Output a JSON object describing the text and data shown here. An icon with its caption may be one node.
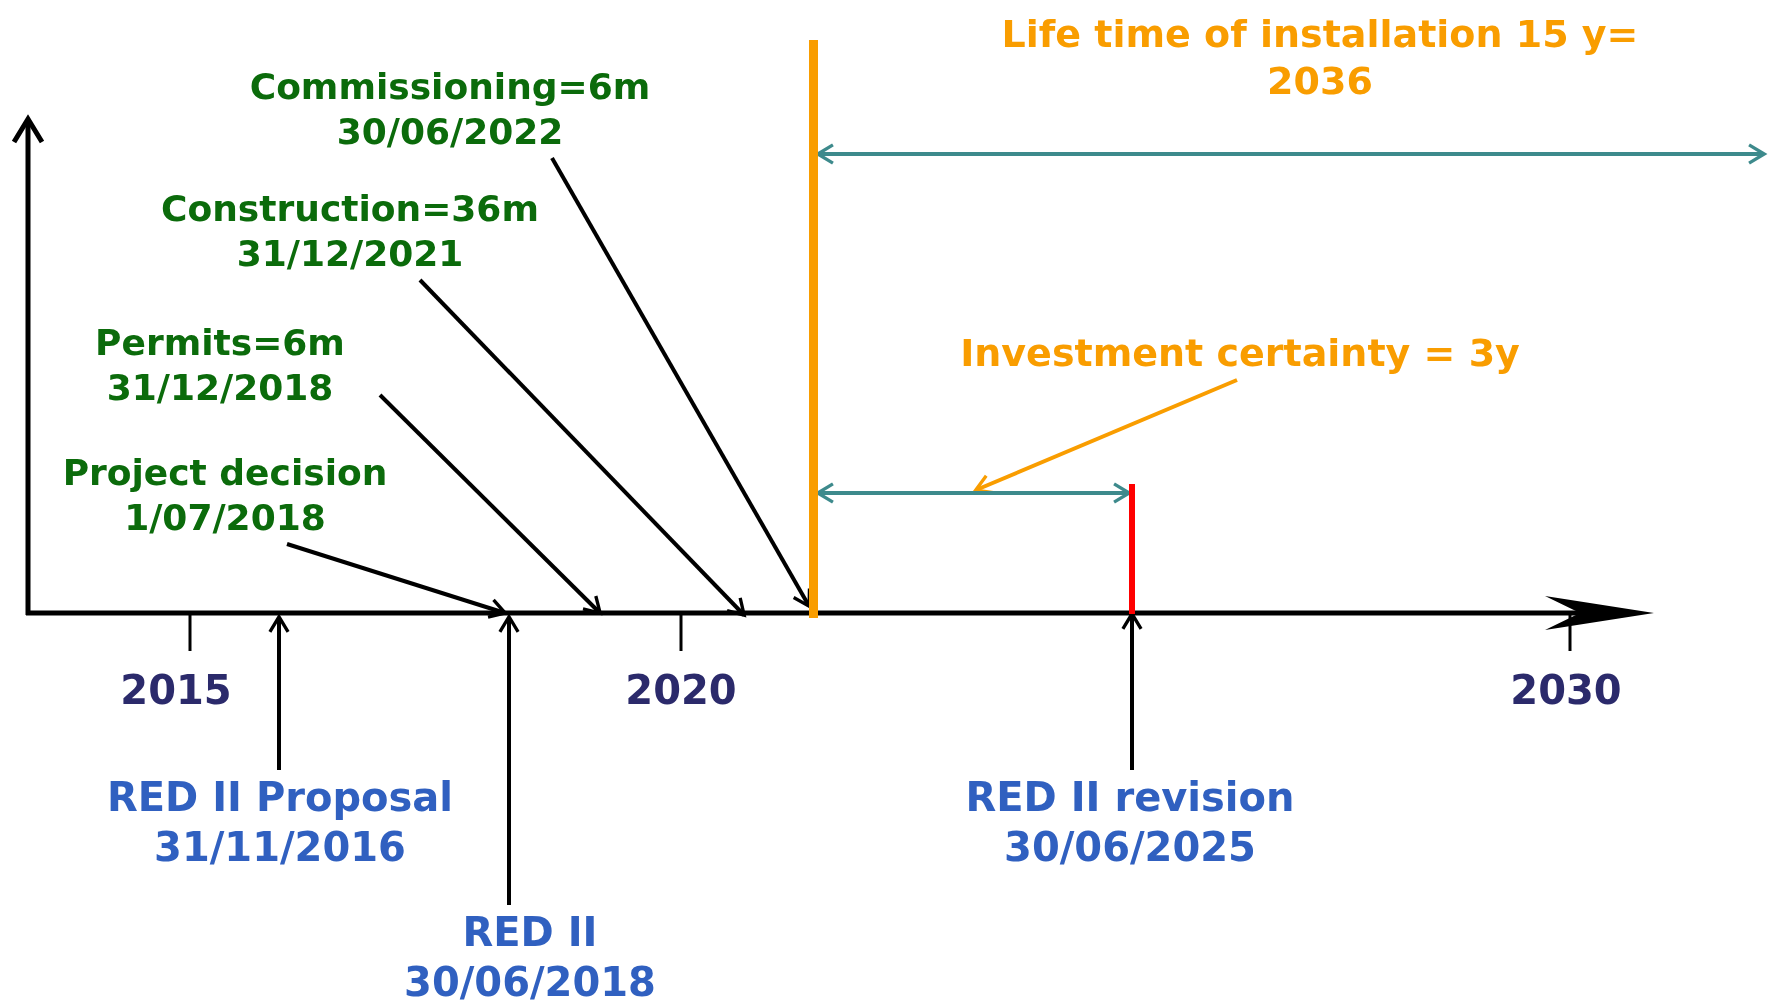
{
  "diagram": {
    "nodes": [
      {
        "text": [
          "Commissioning=6m",
          "30/06/2022"
        ]
      },
      {
        "text": [
          "Construction=36m",
          "31/12/2021"
        ]
      },
      {
        "text": [
          "Permits=6m",
          "31/12/2018"
        ]
      },
      {
        "text": [
          "Project decision",
          "1/07/2018"
        ]
      },
      {
        "text": [
          "Life time of installation 15 y= 2036"
        ]
      },
      {
        "text": [
          "Investment certainty = 3y"
        ]
      },
      {
        "text": [
          "RED II Proposal",
          "31/11/2016"
        ]
      },
      {
        "text": [
          "RED II",
          "30/06/2018"
        ]
      },
      {
        "text": [
          "RED II revision",
          "30/06/2025"
        ]
      },
      {
        "text": [],
        "shape": "bar"
      },
      {
        "text": [],
        "shape": "bar"
      }
    ],
    "edges": [
      {
        "from": 0,
        "to": 9,
        "arrow": "to"
      },
      {
        "from": 1,
        "to": null,
        "arrow": "to"
      },
      {
        "from": 2,
        "to": null,
        "arrow": "to"
      },
      {
        "from": 3,
        "to": null,
        "arrow": "to"
      },
      {
        "from": 6,
        "to": null,
        "arrow": "to"
      },
      {
        "from": 7,
        "to": null,
        "arrow": "to"
      },
      {
        "from": 8,
        "to": 10,
        "arrow": "to"
      },
      {
        "from": 5,
        "to": null,
        "arrow": "to",
        "color": "#f99d00"
      },
      {
        "from": 9,
        "to": null,
        "arrow": "both",
        "color": "#3d8a8c"
      },
      {
        "from": 9,
        "to": 10,
        "arrow": "both",
        "color": "#3d8a8c"
      }
    ],
    "labels": [
      "2015",
      "2020",
      "2030"
    ]
  }
}
